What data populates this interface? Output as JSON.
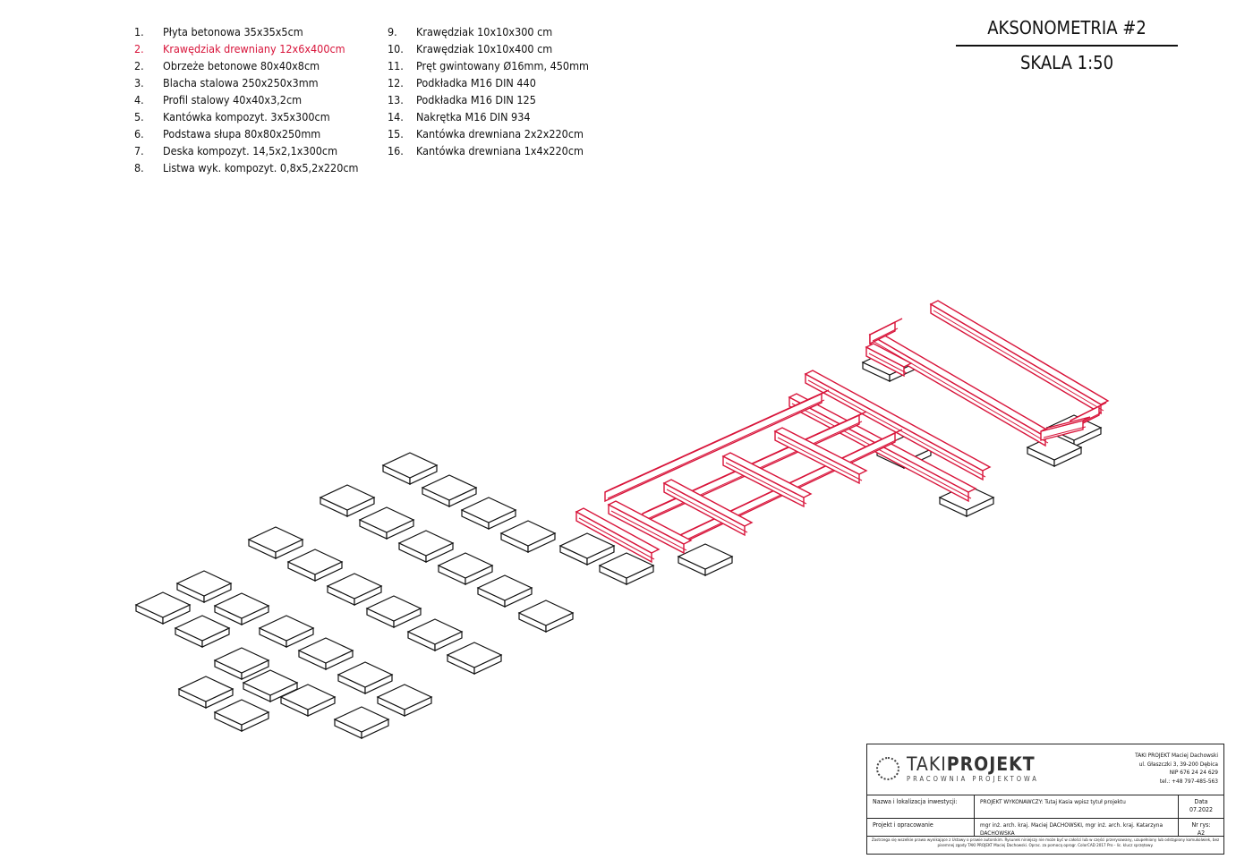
{
  "legend": {
    "col1": [
      {
        "num": "1.",
        "text": "Płyta betonowa 35x35x5cm",
        "highlight": false
      },
      {
        "num": "2.",
        "text": "Krawędziak drewniany 12x6x400cm",
        "highlight": true
      },
      {
        "num": "2.",
        "text": "Obrzeże betonowe 80x40x8cm",
        "highlight": false
      },
      {
        "num": "3.",
        "text": "Blacha stalowa 250x250x3mm",
        "highlight": false
      },
      {
        "num": "4.",
        "text": "Profil stalowy 40x40x3,2cm",
        "highlight": false
      },
      {
        "num": "5.",
        "text": "Kantówka kompozyt. 3x5x300cm",
        "highlight": false
      },
      {
        "num": "6.",
        "text": "Podstawa słupa 80x80x250mm",
        "highlight": false
      },
      {
        "num": "7.",
        "text": "Deska kompozyt. 14,5x2,1x300cm",
        "highlight": false
      },
      {
        "num": "8.",
        "text": "Listwa wyk. kompozyt. 0,8x5,2x220cm",
        "highlight": false
      }
    ],
    "col2": [
      {
        "num": "9.",
        "text": "Krawędziak 10x10x300 cm"
      },
      {
        "num": "10.",
        "text": "Krawędziak 10x10x400 cm"
      },
      {
        "num": "11.",
        "text": "Pręt gwintowany Ø16mm, 450mm"
      },
      {
        "num": "12.",
        "text": "Podkładka M16 DIN 440"
      },
      {
        "num": "13.",
        "text": "Podkładka M16 DIN 125"
      },
      {
        "num": "14.",
        "text": "Nakrętka M16 DIN 934"
      },
      {
        "num": "15.",
        "text": "Kantówka drewniana 2x2x220cm"
      },
      {
        "num": "16.",
        "text": "Kantówka drewniana 1x4x220cm"
      }
    ]
  },
  "title": {
    "main": "AKSONOMETRIA #2",
    "scale": "SKALA 1:50"
  },
  "colors": {
    "highlight": "#d8143a",
    "line": "#111111"
  },
  "stamp": {
    "brand_light": "TAKI",
    "brand_bold": "PROJEKT",
    "brand_sub": "PRACOWNIA PROJEKTOWA",
    "company_lines": [
      "TAKI PROJEKT Maciej Dachowski",
      "ul. Głaszczki 3, 39-200 Dębica",
      "NIP 676 24 24 629",
      "tel.: +48 797-485-563"
    ],
    "label_investment": "Nazwa i lokalizacja inwestycji:",
    "project_title": "PROJEKT WYKONAWCZY: Tutaj Kasia wpisz tytuł projektu",
    "date_label": "Data",
    "date_value": "07.2022",
    "label_design": "Projekt i opracowanie",
    "designers": "mgr inż. arch. kraj. Maciej DACHOWSKI, mgr inż. arch. kraj. Katarzyna DACHOWSKA",
    "sheet_label": "Nr rys:",
    "sheet_value": "A2",
    "footer": "Zastrzega się wszelkie prawa wynikające z Ustawy o prawie autorskim. Rysunek niniejszy nie może być w całości lub w części przerysowany, uzupełniony lub odstąpiony komukolwiek, bez pisemnej zgody TAKI PROJEKT Maciej Dachowski. Oprac. za pomocą oprogr. ColorCAD 2017 Pro - lic. klucz sprzętowy."
  }
}
